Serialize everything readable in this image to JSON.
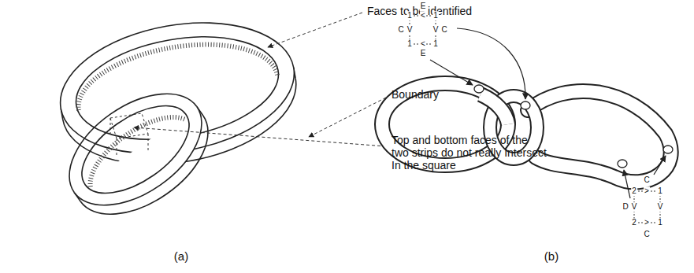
{
  "diagram": {
    "labels": [
      "Faces to be identified",
      "Boundary",
      "Top and bottom faces of the two strips do not really Intersect In the square",
      "(a)",
      "(b)",
      "E",
      "1",
      "<",
      "1",
      "C",
      "V",
      "V",
      "C",
      "1",
      "<",
      "1",
      "E",
      "C",
      "2",
      ">",
      "1",
      "D",
      "V",
      "V",
      "2",
      ">",
      "1",
      "C"
    ]
  }
}
